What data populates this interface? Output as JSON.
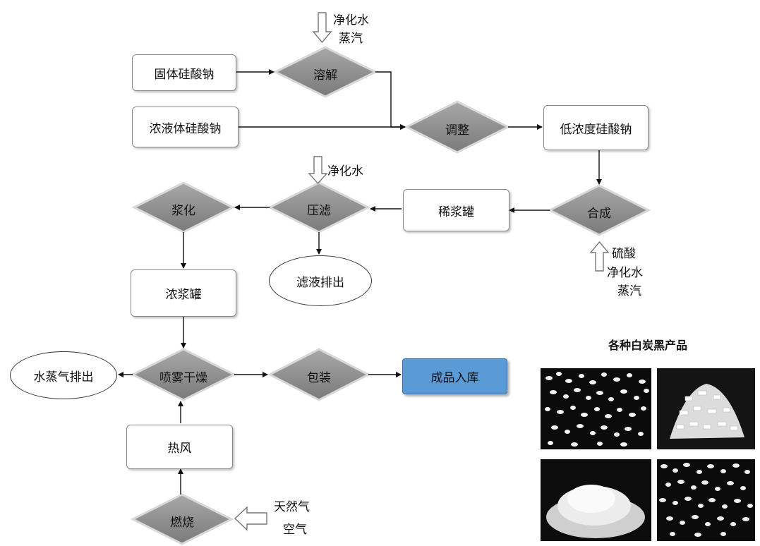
{
  "nodes": {
    "solid_sodium_silicate": "固体硅酸钠",
    "liquid_sodium_silicate": "浓液体硅酸钠",
    "dissolve": "溶解",
    "adjust": "调整",
    "low_conc_silicate": "低浓度硅酸钠",
    "synthesis": "合成",
    "dilute_slurry_tank": "稀浆罐",
    "press_filter": "压滤",
    "slurrify": "浆化",
    "filtrate_discharge": "滤液排出",
    "thick_slurry_tank": "浓浆罐",
    "spray_dry": "喷雾干燥",
    "steam_discharge": "水蒸气排出",
    "packaging": "包装",
    "warehouse": "成品入库",
    "hot_air": "热风",
    "combustion": "燃烧"
  },
  "inputs": {
    "dissolve_in": [
      "净化水",
      "蒸汽"
    ],
    "press_filter_in": [
      "净化水"
    ],
    "synthesis_in": [
      "硫酸",
      "净化水",
      "蒸汽"
    ],
    "combustion_in": [
      "天然气",
      "空气"
    ]
  },
  "products": {
    "title": "各种白炭黑产品"
  },
  "colors": {
    "diamond_fill": "#8c8c8c",
    "final_fill": "#5b9bd5",
    "border": "#888888"
  }
}
